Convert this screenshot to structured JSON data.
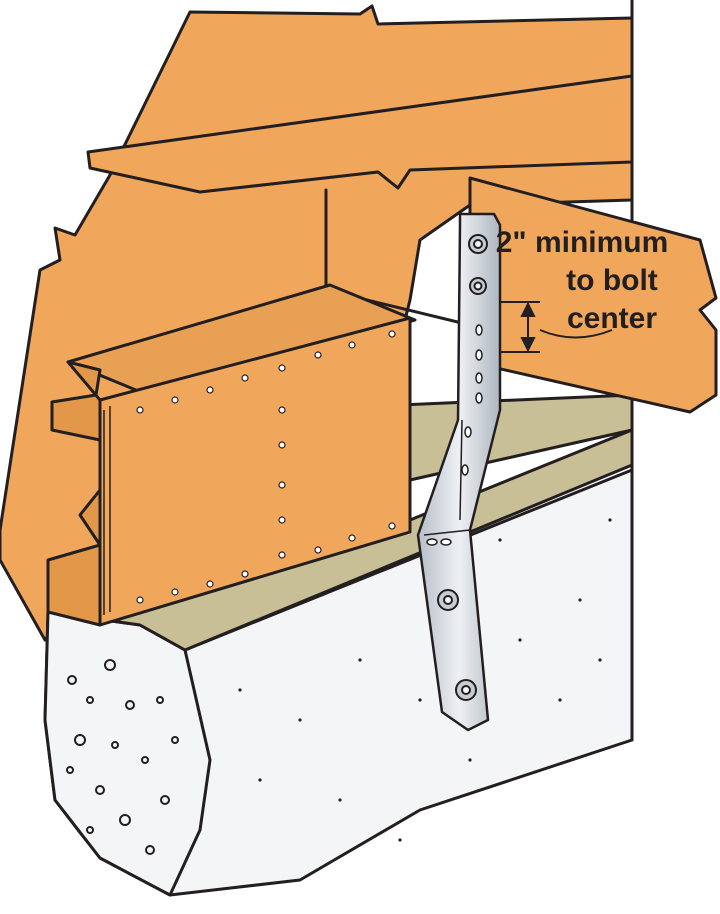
{
  "annotation": {
    "lines": [
      "2\" minimum",
      "to bolt",
      "center"
    ]
  },
  "colors": {
    "wood": "#f0a75c",
    "wood_shadow": "#e39849",
    "concrete": "#f4f5f6",
    "sill_plate": "#c9bf96",
    "steel": "#d4d9de",
    "outline": "#231f20"
  }
}
